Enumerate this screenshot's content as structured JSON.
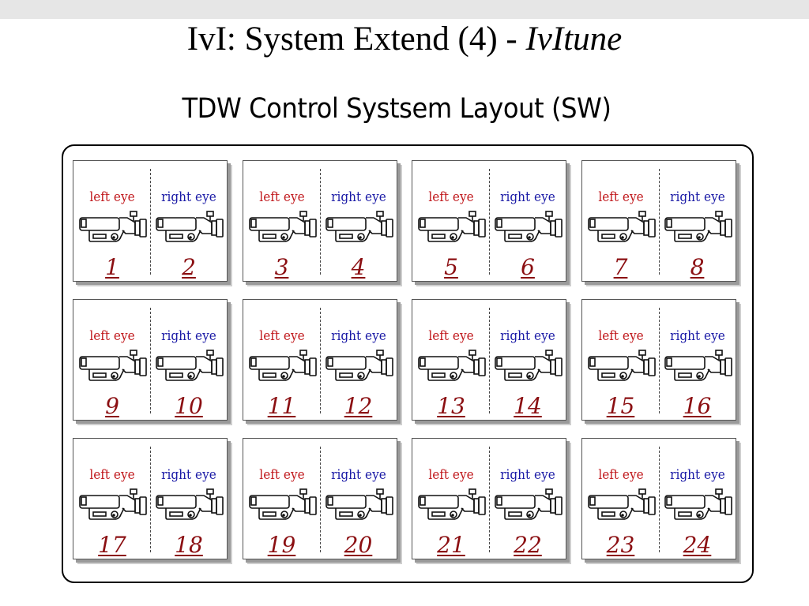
{
  "slide": {
    "title_main": "IvI: System Extend (4)  - ",
    "title_italic": "IvItune",
    "diagram_title": "TDW Control Systsem Layout (SW)"
  },
  "colors": {
    "left_eye": "#c0171b",
    "right_eye": "#1a1aa6",
    "number": "#8b0f12"
  },
  "panels": [
    {
      "left_label": "left eye",
      "right_label": "right eye",
      "left_num": "1",
      "right_num": "2"
    },
    {
      "left_label": "left eye",
      "right_label": "right eye",
      "left_num": "3",
      "right_num": "4"
    },
    {
      "left_label": "left eye",
      "right_label": "right eye",
      "left_num": "5",
      "right_num": "6"
    },
    {
      "left_label": "left eye",
      "right_label": "right eye",
      "left_num": "7",
      "right_num": "8"
    },
    {
      "left_label": "left eye",
      "right_label": "right eye",
      "left_num": "9",
      "right_num": "10"
    },
    {
      "left_label": "left eye",
      "right_label": "right eye",
      "left_num": "11",
      "right_num": "12"
    },
    {
      "left_label": "left eye",
      "right_label": "right eye",
      "left_num": "13",
      "right_num": "14"
    },
    {
      "left_label": "left eye",
      "right_label": "right eye",
      "left_num": "15",
      "right_num": "16"
    },
    {
      "left_label": "left eye",
      "right_label": "right eye",
      "left_num": "17",
      "right_num": "18"
    },
    {
      "left_label": "left eye",
      "right_label": "right eye",
      "left_num": "19",
      "right_num": "20"
    },
    {
      "left_label": "left eye",
      "right_label": "right eye",
      "left_num": "21",
      "right_num": "22"
    },
    {
      "left_label": "left eye",
      "right_label": "right eye",
      "left_num": "23",
      "right_num": "24"
    }
  ]
}
